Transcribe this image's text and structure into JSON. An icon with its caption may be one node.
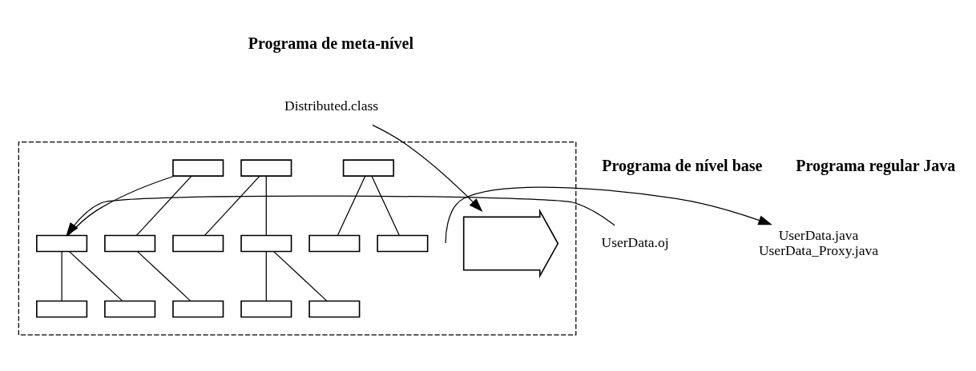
{
  "diagram": {
    "nodes": [
      {
        "text": [],
        "shape": "box"
      },
      {
        "text": [
          "Distributed.class"
        ]
      },
      {
        "text": [
          "UserData.oj"
        ]
      },
      {
        "text": [
          "UserData.java",
          "UserData_Proxy.java"
        ]
      },
      {
        "text": [],
        "shape": "box",
        "in": 0
      },
      {
        "text": [],
        "shape": "box",
        "in": 0
      },
      {
        "text": [],
        "shape": "box",
        "in": 0
      },
      {
        "text": [],
        "shape": "box",
        "in": 0
      },
      {
        "text": [],
        "shape": "box",
        "in": 0
      },
      {
        "text": [],
        "shape": "box",
        "in": 0
      },
      {
        "text": [],
        "shape": "arrow",
        "in": 0
      },
      {
        "text": [],
        "shape": "box",
        "in": 0
      },
      {
        "text": [],
        "shape": "box",
        "in": 0
      },
      {
        "text": [],
        "shape": "box",
        "in": 0
      },
      {
        "text": [],
        "shape": "box",
        "in": 0
      },
      {
        "text": [],
        "shape": "box",
        "in": 0
      },
      {
        "text": [],
        "shape": "box",
        "in": 0
      },
      {
        "text": [],
        "shape": "box",
        "in": 0
      },
      {
        "text": [],
        "shape": "box",
        "in": 0
      }
    ],
    "edges": [
      {
        "from": 4,
        "to": 5,
        "arrow": "none"
      },
      {
        "from": 4,
        "to": 6,
        "arrow": "none"
      },
      {
        "from": 5,
        "to": 7,
        "arrow": "none"
      },
      {
        "from": 5,
        "to": 8,
        "arrow": "none"
      },
      {
        "from": 6,
        "to": 9,
        "arrow": "none"
      },
      {
        "from": 11,
        "to": 12,
        "arrow": "none"
      },
      {
        "from": 11,
        "to": 13,
        "arrow": "none"
      },
      {
        "from": 12,
        "to": 14,
        "arrow": "none"
      },
      {
        "from": 12,
        "to": 15,
        "arrow": "none"
      },
      {
        "from": 16,
        "to": 17,
        "arrow": "none"
      },
      {
        "from": 16,
        "to": 18,
        "arrow": "none"
      },
      {
        "from": 2,
        "to": 5,
        "arrow": "to"
      },
      {
        "from": 1,
        "to": 10,
        "arrow": "to"
      },
      {
        "from": null,
        "to": 3,
        "arrow": "to"
      }
    ],
    "labels": [
      "Programa de meta-nível",
      "Programa de nível base",
      "Programa regular Java"
    ]
  }
}
